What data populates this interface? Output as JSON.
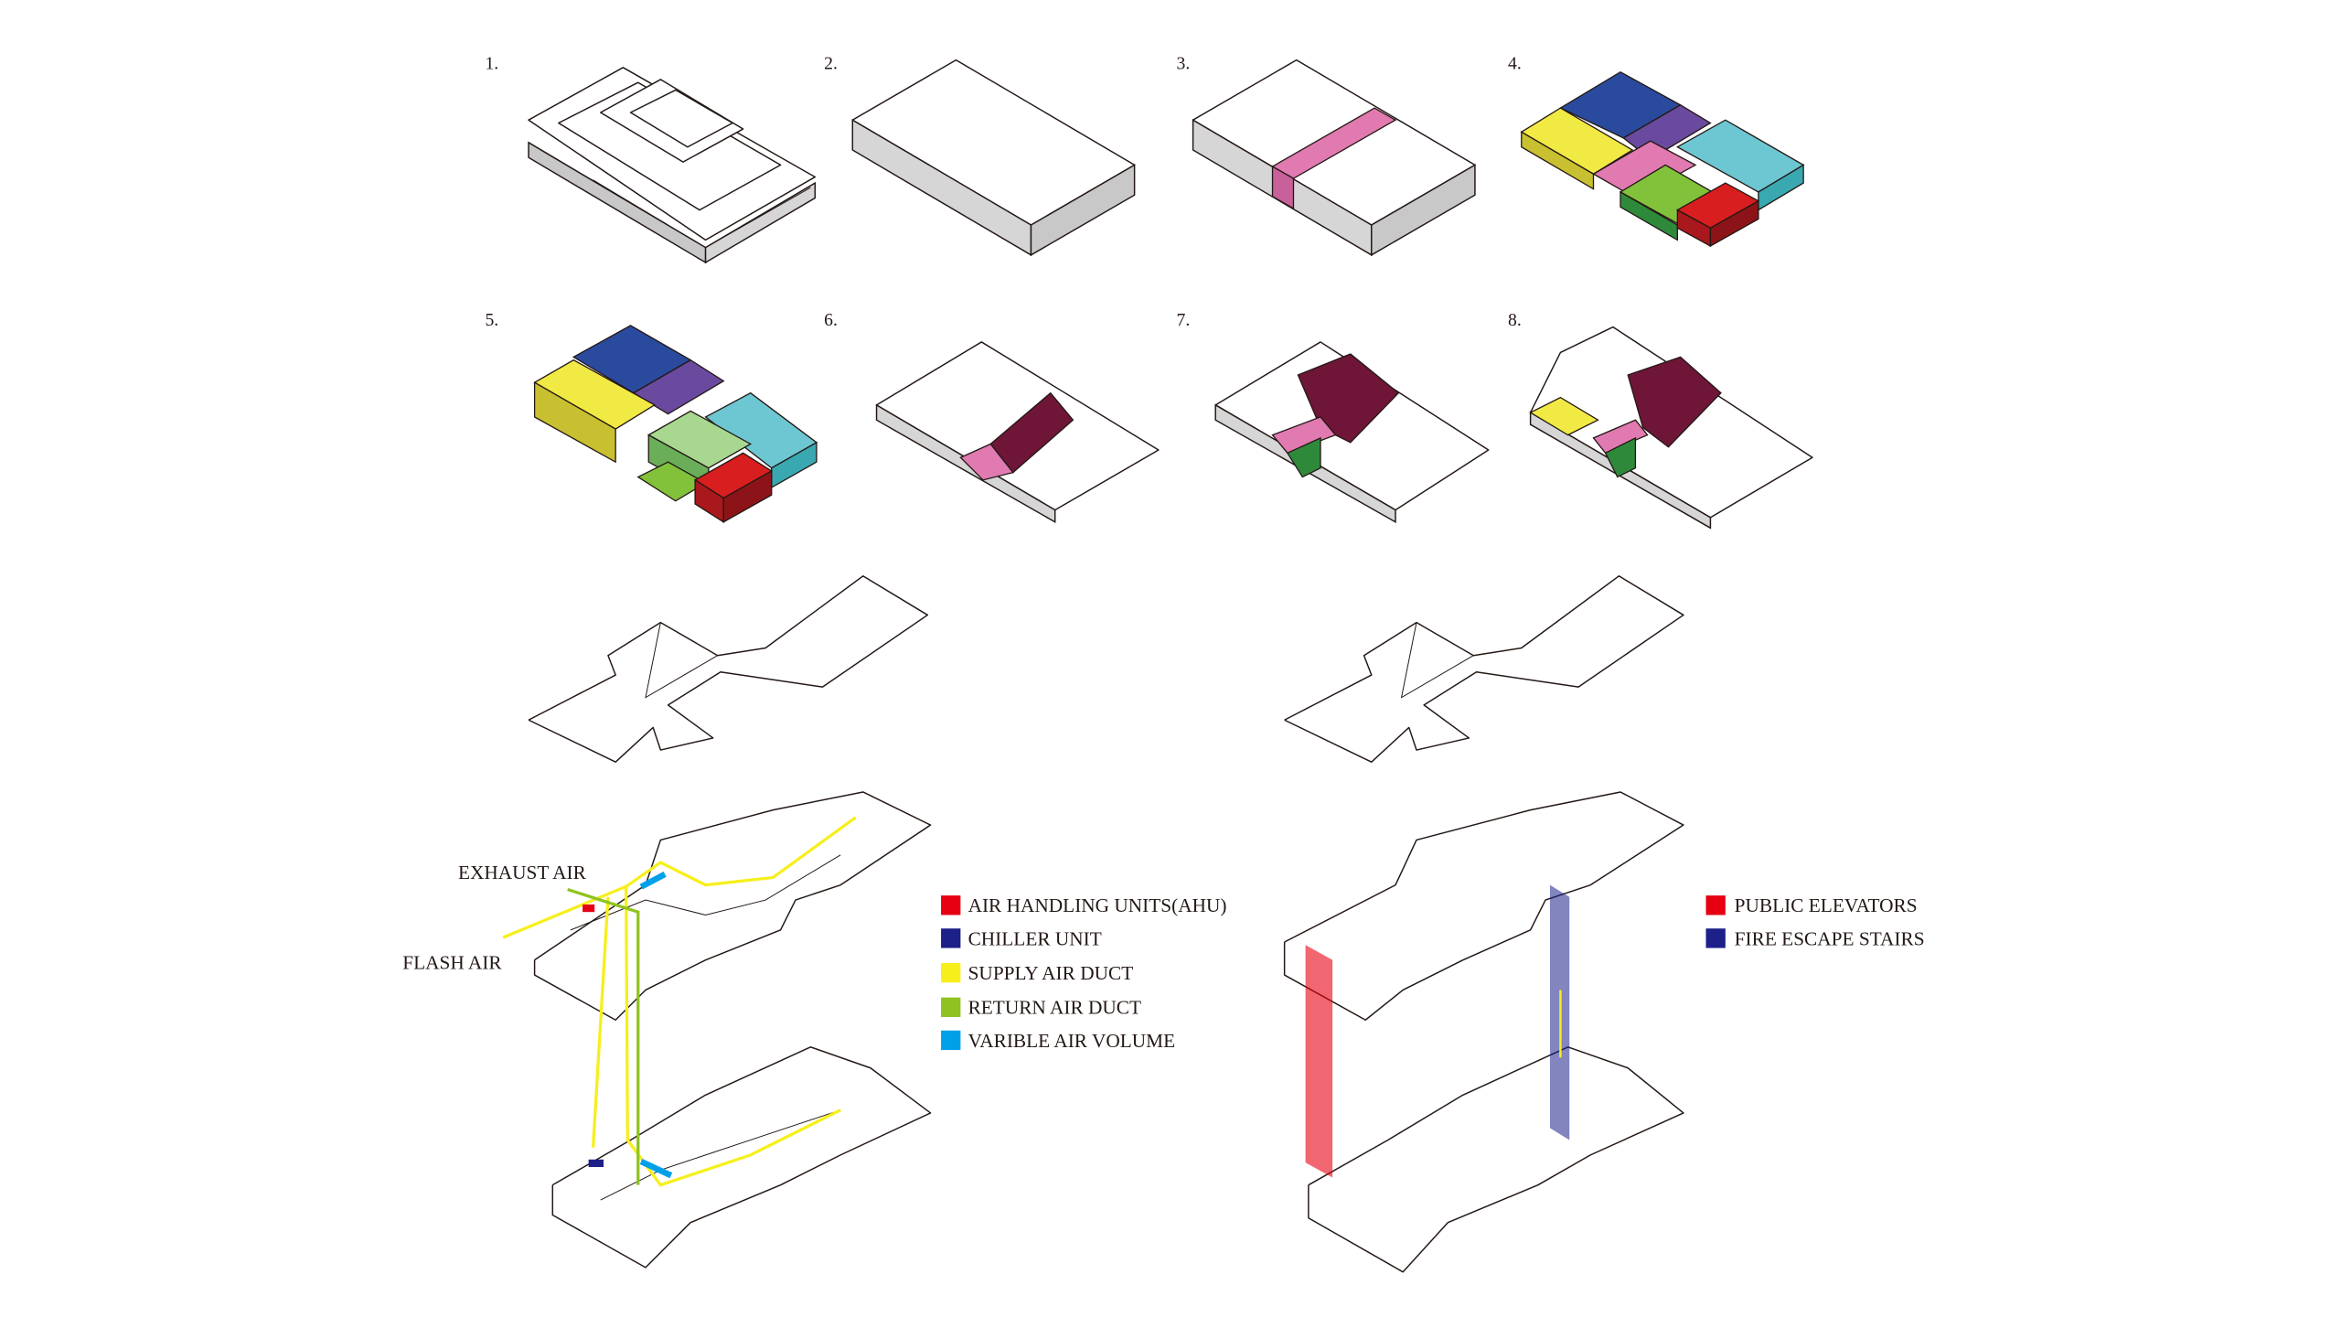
{
  "steps": [
    "1.",
    "2.",
    "3.",
    "4.",
    "5.",
    "6.",
    "7.",
    "8."
  ],
  "hvac": {
    "exhaust_label": "EXHAUST AIR",
    "flash_label": "FLASH AIR",
    "legend": [
      {
        "label": "AIR HANDLING UNITS(AHU)",
        "color": "#e60012"
      },
      {
        "label": "CHILLER UNIT",
        "color": "#1d2088"
      },
      {
        "label": "SUPPLY AIR DUCT",
        "color": "#f7ef1c"
      },
      {
        "label": "RETURN AIR DUCT",
        "color": "#8fc31f"
      },
      {
        "label": "VARIBLE AIR VOLUME",
        "color": "#00a0e9"
      }
    ]
  },
  "circulation": {
    "legend": [
      {
        "label": "PUBLIC ELEVATORS",
        "color": "#e60012"
      },
      {
        "label": "FIRE ESCAPE STAIRS",
        "color": "#1d2088"
      }
    ]
  }
}
